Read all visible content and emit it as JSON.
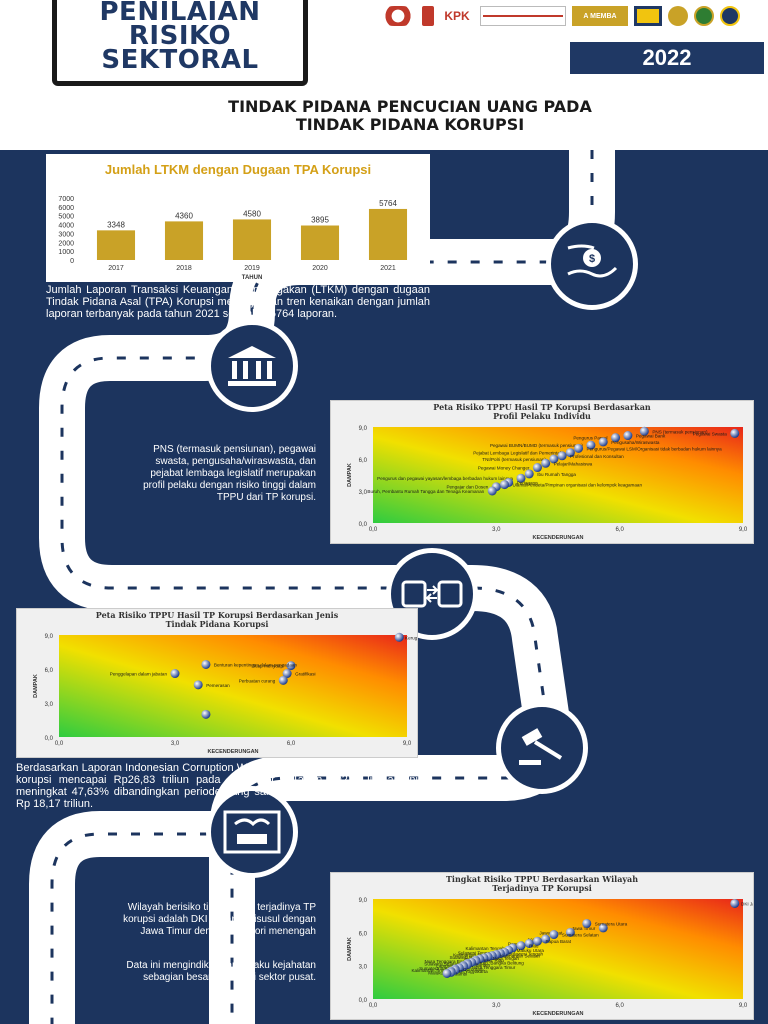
{
  "header": {
    "title_lines": [
      "PENILAIAN",
      "RISIKO",
      "SEKTORAL"
    ],
    "year": "2022",
    "subtitle_line1": "TINDAK PIDANA PENCUCIAN UANG PADA",
    "subtitle_line2": "TINDAK PIDANA KORUPSI",
    "logo_text_kpk": "KPK",
    "logo_text_bi": "A MEMBA",
    "accent": "#1f3864"
  },
  "sections": {
    "ltkm_text": "Jumlah Laporan Transaksi Keuangan Mencurigakan (LTKM) dengan dugaan Tindak Pidana Asal (TPA) Korupsi menunjukkan tren kenaikan dengan jumlah laporan terbanyak pada tahun 2021 sejumlah 5764 laporan.",
    "profil_text": "PNS (termasuk pensiunan), pegawai swasta, pengusaha/wiraswasta, dan pejabat lembaga legislatif merupakan profil pelaku dengan risiko tinggi dalam TPPU dari TP korupsi.",
    "icw_text": "Berdasarkan Laporan Indonesian Corruption Watch (ICW), kerugian negara akibat korupsi mencapai Rp26,83 triliun pada Semester I Tahun 2021. Jumlah ini meningkat 47,63% dibandingkan periode yang sama Tahun 2020 yang sebesar Rp 18,17 triliun.",
    "wilayah_text_1": "Wilayah berisiko tinggi untuk terjadinya TP korupsi adalah DKI Jakarta, disusul dengan Jawa Timur dengan kategori menengah",
    "wilayah_text_2": "Data ini mengindikasikan pelaku kejahatan sebagian besar berada di sektor pusat."
  },
  "icons": [
    "money-hand-icon",
    "bank-icon",
    "wallet-transfer-icon",
    "gavel-icon",
    "handshake-bribe-icon"
  ],
  "chart_data": [
    {
      "type": "bar",
      "title": "Jumlah LTKM dengan Dugaan TPA Korupsi",
      "xlabel": "TAHUN",
      "categories": [
        "2017",
        "2018",
        "2019",
        "2020",
        "2021"
      ],
      "values": [
        3348,
        4360,
        4580,
        3895,
        5764
      ],
      "yticks": [
        "7000",
        "6000",
        "5000",
        "4000",
        "3000",
        "2000",
        "1000",
        "0"
      ],
      "ylim": [
        0,
        7000
      ],
      "bar_color": "#c9a227",
      "title_color": "#d4a017"
    },
    {
      "type": "scatter",
      "title_line1": "Peta Risiko TPPU Hasil TP Korupsi Berdasarkan",
      "title_line2": "Profil Pelaku Individu",
      "xlabel": "KECENDERUNGAN",
      "ylabel": "DAMPAK",
      "xlim": [
        0,
        9
      ],
      "ylim": [
        0,
        9
      ],
      "xticks": [
        "0,0",
        "3,0",
        "6,0",
        "9,0"
      ],
      "yticks": [
        "9,0",
        "6,0",
        "3,0",
        "0,0"
      ],
      "points": [
        {
          "x": 6.6,
          "y": 8.6,
          "label": "PNS (termasuk pensiunan)"
        },
        {
          "x": 8.8,
          "y": 8.4,
          "label": "Pegawai Swasta"
        },
        {
          "x": 6.2,
          "y": 8.2,
          "label": "Pegawai Bank"
        },
        {
          "x": 5.9,
          "y": 8.0,
          "label": "Pengurus Parpol"
        },
        {
          "x": 5.6,
          "y": 7.6,
          "label": "Pengusaha/Wiraswasta"
        },
        {
          "x": 5.3,
          "y": 7.3,
          "label": "Pegawai BUMN/BUMD (termasuk pensiunan)"
        },
        {
          "x": 5.0,
          "y": 7.0,
          "label": "Pengurus/Pegawai LSM/Organisasi tidak berbadan hukum lainnya"
        },
        {
          "x": 4.8,
          "y": 6.6,
          "label": "Pejabat Lembaga Legislatif dan Pemerintah"
        },
        {
          "x": 4.6,
          "y": 6.3,
          "label": "Profesional dan Konsultan"
        },
        {
          "x": 4.4,
          "y": 6.0,
          "label": "TNI/Polri (termasuk pensiunan)"
        },
        {
          "x": 4.2,
          "y": 5.6,
          "label": "Pelajar/Mahasiswa"
        },
        {
          "x": 4.0,
          "y": 5.2,
          "label": "Pegawai Money Changer"
        },
        {
          "x": 3.8,
          "y": 4.6,
          "label": "Ibu Rumah Tangga"
        },
        {
          "x": 3.6,
          "y": 4.2,
          "label": "Pengurus dan pegawai yayasan/lembaga berbadan hukum lainnya"
        },
        {
          "x": 3.3,
          "y": 3.8,
          "label": "Pedagang"
        },
        {
          "x": 3.0,
          "y": 3.4,
          "label": "Pengajar dan Dosen"
        },
        {
          "x": 3.2,
          "y": 3.6,
          "label": "Ulama/Pendeta/Pimpinan organisasi dan kelompok keagamaan"
        },
        {
          "x": 2.9,
          "y": 3.0,
          "label": "Buruh, Pembantu Rumah Tangga dan Tenaga Keamanan"
        }
      ]
    },
    {
      "type": "scatter",
      "title_line1": "Peta Risiko TPPU Hasil TP Korupsi Berdasarkan Jenis",
      "title_line2": "Tindak Pidana Korupsi",
      "xlabel": "KECENDERUNGAN",
      "ylabel": "DAMPAK",
      "xlim": [
        0,
        9
      ],
      "ylim": [
        0,
        9
      ],
      "xticks": [
        "0,0",
        "3,0",
        "6,0",
        "9,0"
      ],
      "yticks": [
        "9,0",
        "6,0",
        "3,0",
        "0,0"
      ],
      "points": [
        {
          "x": 8.8,
          "y": 8.8,
          "label": "Kerugian keuangan negara"
        },
        {
          "x": 6.0,
          "y": 6.3,
          "label": "Suap menyuap"
        },
        {
          "x": 5.9,
          "y": 5.6,
          "label": "Gratifikasi"
        },
        {
          "x": 5.8,
          "y": 5.0,
          "label": "Perbuatan curang"
        },
        {
          "x": 3.8,
          "y": 6.4,
          "label": "Benturan kepentingan dalam pengadaan"
        },
        {
          "x": 3.0,
          "y": 5.6,
          "label": "Penggelapan dalam jabatan"
        },
        {
          "x": 3.6,
          "y": 4.6,
          "label": "Pemerasan"
        },
        {
          "x": 3.8,
          "y": 2.0,
          "label": ""
        }
      ]
    },
    {
      "type": "scatter",
      "title_line1": "Tingkat Risiko TPPU Berdasarkan Wilayah",
      "title_line2": "Terjadinya TP Korupsi",
      "xlabel": "KECENDERUNGAN",
      "ylabel": "DAMPAK",
      "xlim": [
        0,
        9
      ],
      "ylim": [
        0,
        9
      ],
      "xticks": [
        "0,0",
        "3,0",
        "6,0",
        "9,0"
      ],
      "yticks": [
        "9,0",
        "6,0",
        "3,0",
        "0,0"
      ],
      "points": [
        {
          "x": 8.8,
          "y": 8.6,
          "label": "DKI Jakarta"
        },
        {
          "x": 5.6,
          "y": 6.4,
          "label": "Jawa Timur"
        },
        {
          "x": 5.2,
          "y": 6.8,
          "label": "Sumatera Utara"
        },
        {
          "x": 4.8,
          "y": 6.0,
          "label": "Jawa Barat"
        },
        {
          "x": 4.4,
          "y": 5.8,
          "label": "Sumatera Selatan"
        },
        {
          "x": 4.2,
          "y": 5.4,
          "label": "Aceh"
        },
        {
          "x": 4.0,
          "y": 5.2,
          "label": "Papua Barat"
        },
        {
          "x": 3.8,
          "y": 5.0,
          "label": "Papua"
        },
        {
          "x": 3.6,
          "y": 4.8,
          "label": "Riau"
        },
        {
          "x": 3.4,
          "y": 4.6,
          "label": "Kalimantan Tengah"
        },
        {
          "x": 3.3,
          "y": 4.4,
          "label": "Maluku Utara"
        },
        {
          "x": 3.2,
          "y": 4.2,
          "label": "Sulawesi Tenggara"
        },
        {
          "x": 3.1,
          "y": 4.1,
          "label": "Sulawesi Tengah"
        },
        {
          "x": 3.0,
          "y": 4.0,
          "label": "Kalimantan Barat"
        },
        {
          "x": 2.9,
          "y": 3.9,
          "label": "Kalimantan Selatan"
        },
        {
          "x": 2.8,
          "y": 3.8,
          "label": "Sulawesi Barat"
        },
        {
          "x": 2.7,
          "y": 3.7,
          "label": "Jawa Tengah"
        },
        {
          "x": 2.6,
          "y": 3.6,
          "label": "Bali"
        },
        {
          "x": 2.5,
          "y": 3.5,
          "label": "Kep. Riau"
        },
        {
          "x": 2.5,
          "y": 3.4,
          "label": "Nusa Tenggara Barat"
        },
        {
          "x": 2.4,
          "y": 3.3,
          "label": "Kep. Bangka Belitung"
        },
        {
          "x": 2.3,
          "y": 3.2,
          "label": "Sulawesi Selatan"
        },
        {
          "x": 2.3,
          "y": 3.1,
          "label": "Banten"
        },
        {
          "x": 2.2,
          "y": 3.0,
          "label": "Lampung"
        },
        {
          "x": 2.2,
          "y": 2.9,
          "label": "Nusa Tenggara Timur"
        },
        {
          "x": 2.1,
          "y": 2.8,
          "label": "Sumatera Barat"
        },
        {
          "x": 2.0,
          "y": 2.7,
          "label": "Gorontalo"
        },
        {
          "x": 2.0,
          "y": 2.6,
          "label": "Kalimantan Timur"
        },
        {
          "x": 1.9,
          "y": 2.5,
          "label": "DI Yogyakarta"
        },
        {
          "x": 1.9,
          "y": 2.4,
          "label": "Maluku"
        },
        {
          "x": 1.8,
          "y": 2.3,
          "label": "Jambi"
        }
      ]
    }
  ]
}
